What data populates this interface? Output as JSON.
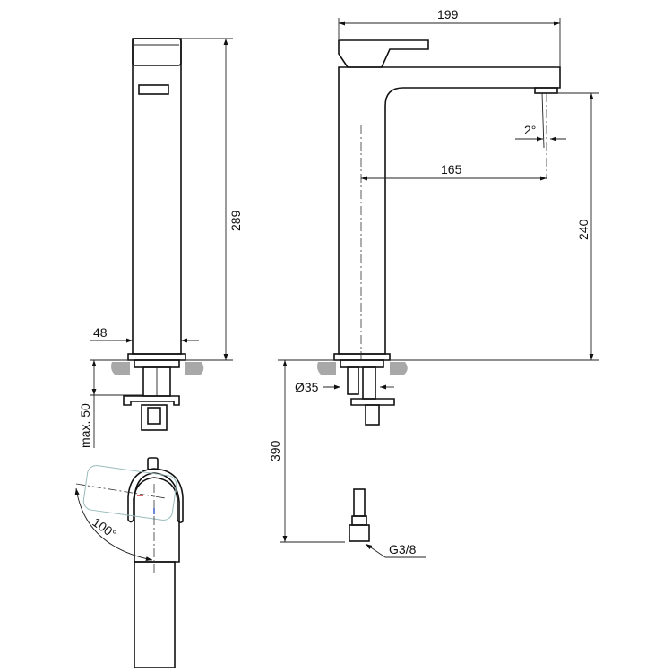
{
  "dimensions": {
    "overall_length": "199",
    "spout_angle": "2°",
    "spout_reach": "165",
    "spout_height": "240",
    "overall_height": "289",
    "body_width": "48",
    "max_deck_thickness": "max. 50",
    "hole_diameter": "Ø35",
    "hose_length": "390",
    "lever_rotation": "100°",
    "connection_thread": "G3/8"
  },
  "colors": {
    "line": "#111111",
    "counter": "#a8a8a8",
    "hot_mark": "#cc2222",
    "cold_mark": "#3355cc"
  }
}
